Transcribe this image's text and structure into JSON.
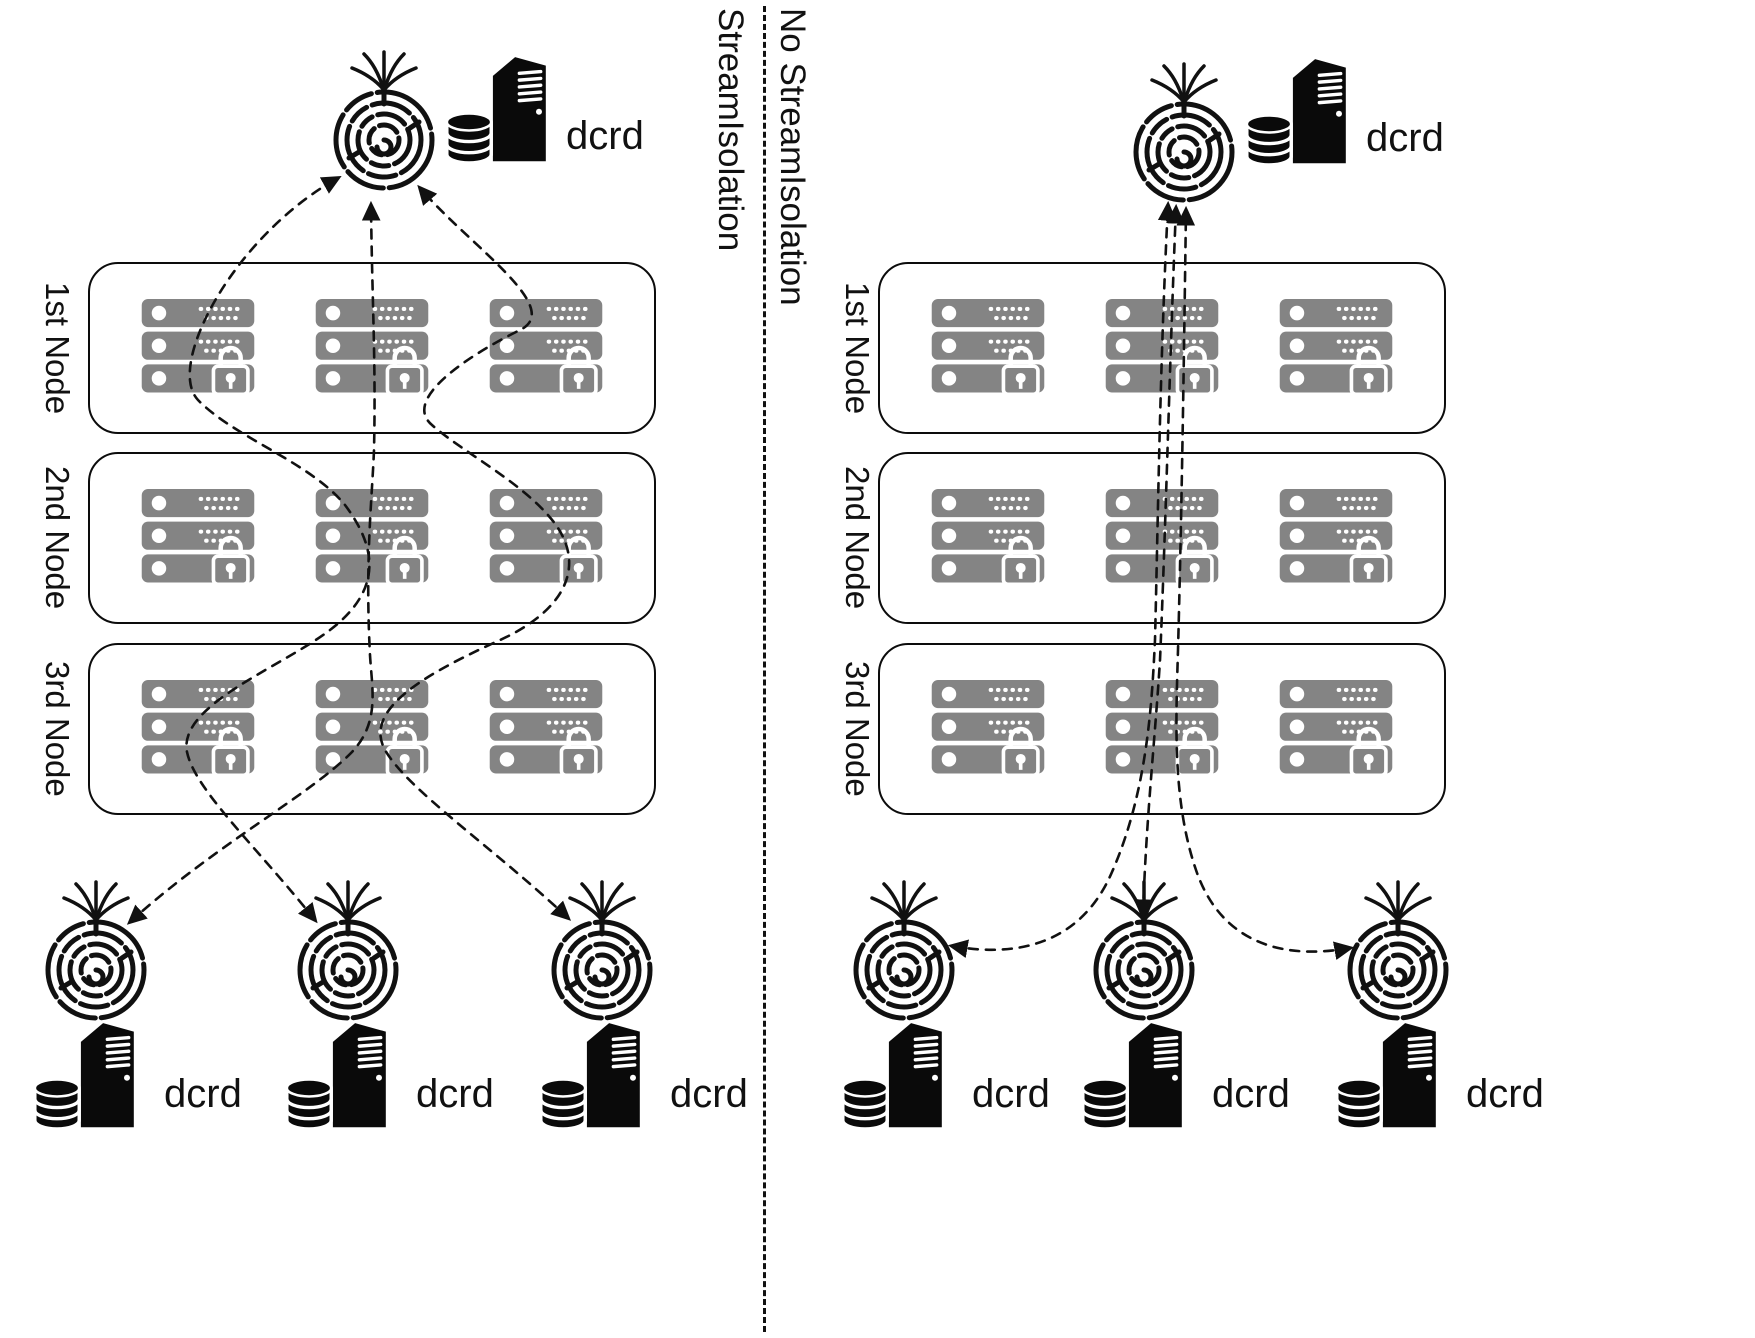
{
  "colors": {
    "ink": "#111111",
    "rack_gray": "#848484",
    "background": "#ffffff"
  },
  "icons": {
    "tor_client": "onion-maze-icon",
    "dcrd_server": "server-tower-database-icon",
    "relay": "rack-servers-lock-icon",
    "divider": "vertical-dashed-line"
  },
  "left": {
    "section_label": "StreamIsolation",
    "top_server": {
      "label": "dcrd"
    },
    "nodes": [
      {
        "label": "1st Node"
      },
      {
        "label": "2nd Node"
      },
      {
        "label": "3rd Node"
      }
    ],
    "clients": [
      {
        "label": "dcrd"
      },
      {
        "label": "dcrd"
      },
      {
        "label": "dcrd"
      }
    ]
  },
  "right": {
    "section_label": "No StreamIsolation",
    "top_server": {
      "label": "dcrd"
    },
    "nodes": [
      {
        "label": "1st Node"
      },
      {
        "label": "2nd Node"
      },
      {
        "label": "3rd Node"
      }
    ],
    "clients": [
      {
        "label": "dcrd"
      },
      {
        "label": "dcrd"
      },
      {
        "label": "dcrd"
      }
    ]
  }
}
